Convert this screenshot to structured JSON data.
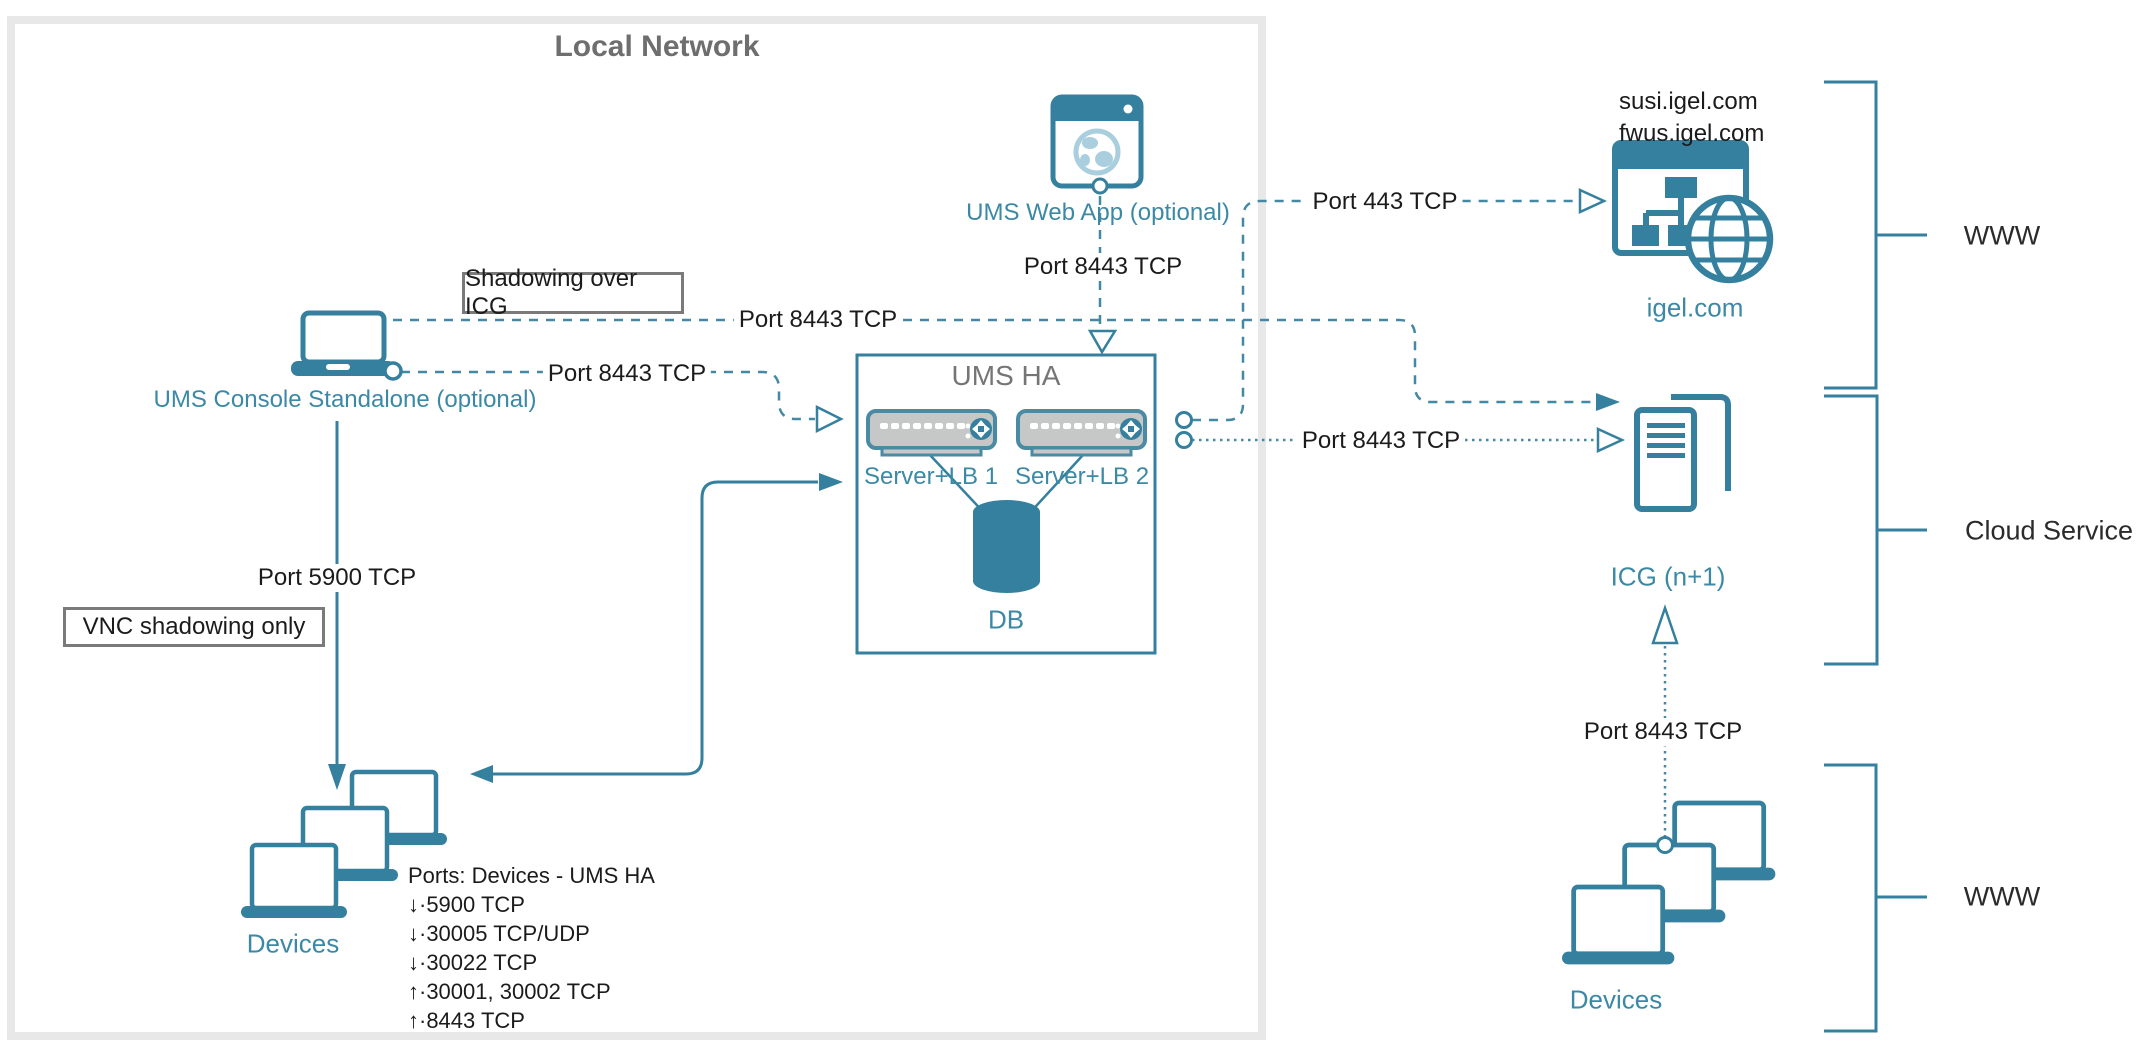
{
  "colors": {
    "teal": "#35809e",
    "teal_dash": "#4488a4",
    "teal_text": "#3c89a6",
    "server_fill": "#c5c8c7",
    "globe_light": "#a9cedd",
    "frame_gray": "#e8e8e8",
    "title_gray": "#6e6e6e",
    "note_border": "#7a7a7a",
    "text_black": "#1b1b1b"
  },
  "local_network": {
    "title": "Local Network"
  },
  "nodes": {
    "ums_console": {
      "label": "UMS Console Standalone (optional)"
    },
    "ums_web_app": {
      "label": "UMS Web App (optional)"
    },
    "ums_ha": {
      "title": "UMS HA",
      "server1": "Server+LB 1",
      "server2": "Server+LB 2",
      "db": "DB"
    },
    "devices_local": {
      "label": "Devices"
    },
    "igel_com": {
      "label": "igel.com",
      "domains": [
        "susi.igel.com",
        "fwus.igel.com"
      ]
    },
    "icg": {
      "label": "ICG (n+1)"
    },
    "devices_www": {
      "label": "Devices"
    }
  },
  "annotations": {
    "shadowing": "Shadowing over ICG",
    "vnc": "VNC shadowing only"
  },
  "port_labels": {
    "console_icg": "Port 8443 TCP",
    "console_ums": "Port 8443 TCP",
    "webapp_ums": "Port 8443 TCP",
    "ums_igel": "Port 443 TCP",
    "ums_icg": "Port 8443 TCP",
    "console_devices": "Port 5900 TCP",
    "devices_icg": "Port 8443 TCP"
  },
  "ports_info": {
    "lines": [
      "Ports: Devices - UMS HA",
      "↓·5900 TCP",
      "↓·30005 TCP/UDP",
      "↓·30022 TCP",
      "↑·30001, 30002 TCP",
      "↑·8443 TCP"
    ]
  },
  "zones": {
    "www_top": "WWW",
    "cloud": "Cloud Service",
    "www_bottom": "WWW"
  }
}
